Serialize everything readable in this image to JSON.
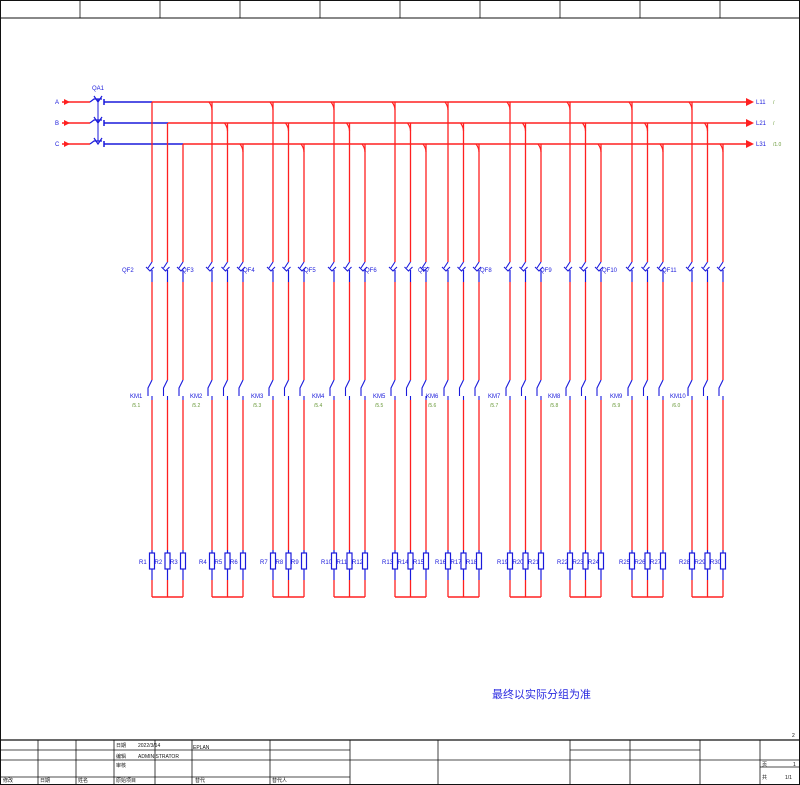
{
  "main_switch": {
    "label": "QA1"
  },
  "inputs": [
    "A",
    "B",
    "C"
  ],
  "outputs": [
    {
      "label": "L11",
      "ref": "/"
    },
    {
      "label": "L21",
      "ref": "/"
    },
    {
      "label": "L31",
      "ref": "/1.0"
    }
  ],
  "groups": [
    {
      "breaker": "QF2",
      "contactor": "KM1",
      "contactor_ref": "/5.1",
      "heaters": [
        "R1",
        "R2",
        "R3"
      ]
    },
    {
      "breaker": "QF3",
      "contactor": "KM2",
      "contactor_ref": "/5.2",
      "heaters": [
        "R4",
        "R5",
        "R6"
      ]
    },
    {
      "breaker": "QF4",
      "contactor": "KM3",
      "contactor_ref": "/5.3",
      "heaters": [
        "R7",
        "R8",
        "R9"
      ]
    },
    {
      "breaker": "QF5",
      "contactor": "KM4",
      "contactor_ref": "/5.4",
      "heaters": [
        "R10",
        "R11",
        "R12"
      ]
    },
    {
      "breaker": "QF6",
      "contactor": "KM5",
      "contactor_ref": "/5.5",
      "heaters": [
        "R13",
        "R14",
        "R15"
      ]
    },
    {
      "breaker": "QF7",
      "contactor": "KM6",
      "contactor_ref": "/5.6",
      "heaters": [
        "R16",
        "R17",
        "R18"
      ]
    },
    {
      "breaker": "QF8",
      "contactor": "KM7",
      "contactor_ref": "/5.7",
      "heaters": [
        "R19",
        "R20",
        "R21"
      ]
    },
    {
      "breaker": "QF9",
      "contactor": "KM8",
      "contactor_ref": "/5.8",
      "heaters": [
        "R22",
        "R23",
        "R24"
      ]
    },
    {
      "breaker": "QF10",
      "contactor": "KM9",
      "contactor_ref": "/5.9",
      "heaters": [
        "R25",
        "R26",
        "R27"
      ]
    },
    {
      "breaker": "QF11",
      "contactor": "KM10",
      "contactor_ref": "/6.0",
      "heaters": [
        "R28",
        "R29",
        "R30"
      ]
    }
  ],
  "note": "最终以实际分组为准",
  "title_block": {
    "date_label": "日期",
    "date": "2022/3/14",
    "editor_label": "编辑",
    "editor": "ADMINISTRATOR",
    "check_label": "审核",
    "software": "EPLAN",
    "bottom_labels": [
      "修改",
      "日期",
      "姓名",
      "原始项目",
      "替代",
      "替代人"
    ],
    "page_label": "页",
    "page": "1",
    "total_label": "共",
    "total": "1/1",
    "sheet_number": "2"
  },
  "colors": {
    "wire": "#ff2020",
    "component": "#1a1adb",
    "frame": "#111111"
  }
}
